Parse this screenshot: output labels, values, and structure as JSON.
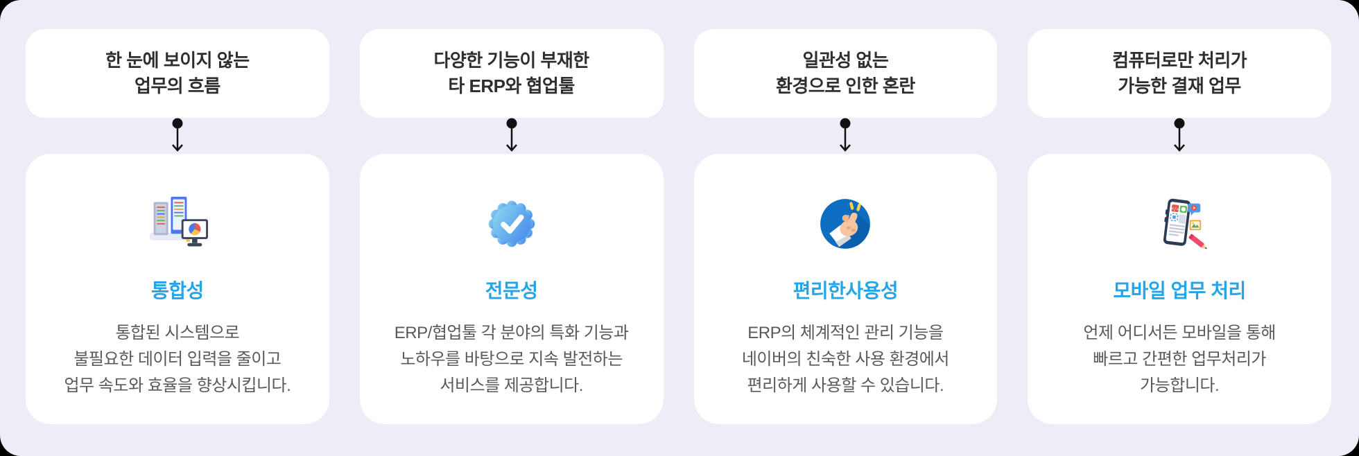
{
  "theme": {
    "canvas_background": "#EDEDF7",
    "outer_background": "#000000",
    "card_background": "#FFFFFF",
    "accent_blue": "#25A4E8",
    "problem_text_color": "#2E2E2E",
    "description_text_color": "#595959",
    "arrow_color": "#111111"
  },
  "columns": [
    {
      "problem": "한 눈에 보이지 않는\n업무의 흐름",
      "icon": "servers-monitor-icon",
      "title": "통합성",
      "description": "통합된 시스템으로\n불필요한 데이터 입력을 줄이고\n업무 속도와 효율을 향상시킵니다."
    },
    {
      "problem": "다양한 기능이 부재한\n타 ERP와 협업툴",
      "icon": "verified-badge-icon",
      "title": "전문성",
      "description": "ERP/협업툴 각 분야의 특화 기능과\n노하우를 바탕으로 지속 발전하는\n서비스를 제공합니다."
    },
    {
      "problem": "일관성 없는\n환경으로 인한 혼란",
      "icon": "finger-snap-icon",
      "title": "편리한사용성",
      "description": "ERP의 체계적인 관리 기능을\n네이버의 친숙한 사용 환경에서\n편리하게 사용할 수 있습니다."
    },
    {
      "problem": "컴퓨터로만 처리가\n가능한 결재 업무",
      "icon": "mobile-approval-icon",
      "title": "모바일 업무 처리",
      "description": "언제 어디서든 모바일을 통해\n빠르고 간편한 업무처리가\n가능합니다."
    }
  ]
}
